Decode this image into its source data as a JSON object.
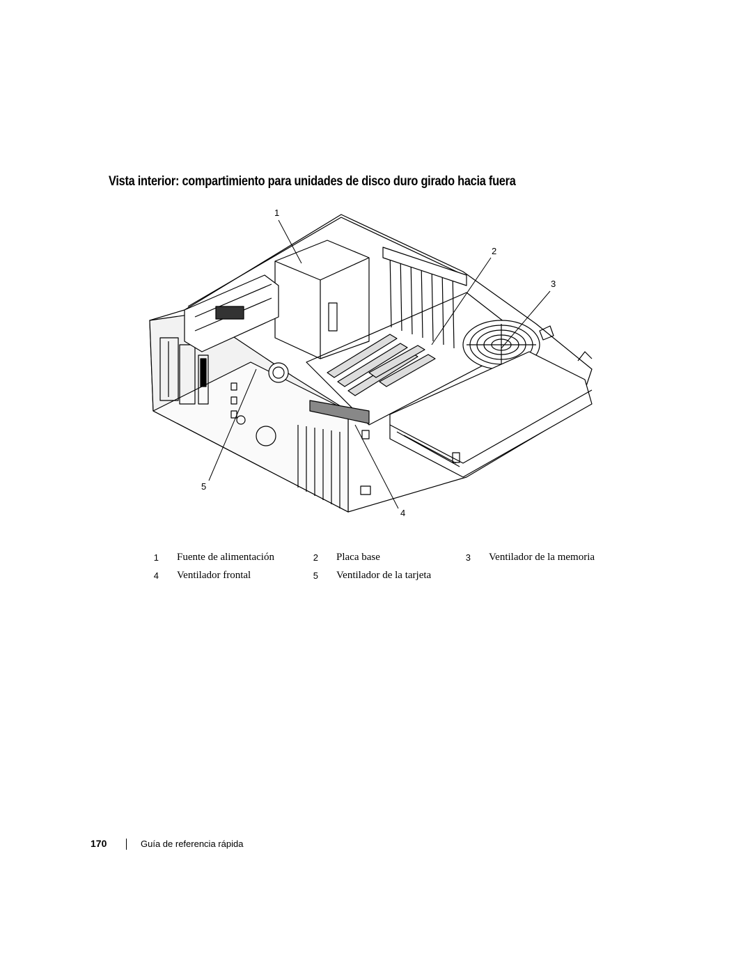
{
  "heading": "Vista interior: compartimiento para unidades de disco duro girado hacia fuera",
  "callouts": [
    "1",
    "2",
    "3",
    "4",
    "5"
  ],
  "legend": [
    {
      "num": "1",
      "label": "Fuente de alimentación"
    },
    {
      "num": "2",
      "label": "Placa base"
    },
    {
      "num": "3",
      "label": "Ventilador de la memoria"
    },
    {
      "num": "4",
      "label": "Ventilador frontal"
    },
    {
      "num": "5",
      "label": "Ventilador de la tarjeta"
    }
  ],
  "footer": {
    "page_number": "170",
    "title": "Guía de referencia rápida"
  }
}
